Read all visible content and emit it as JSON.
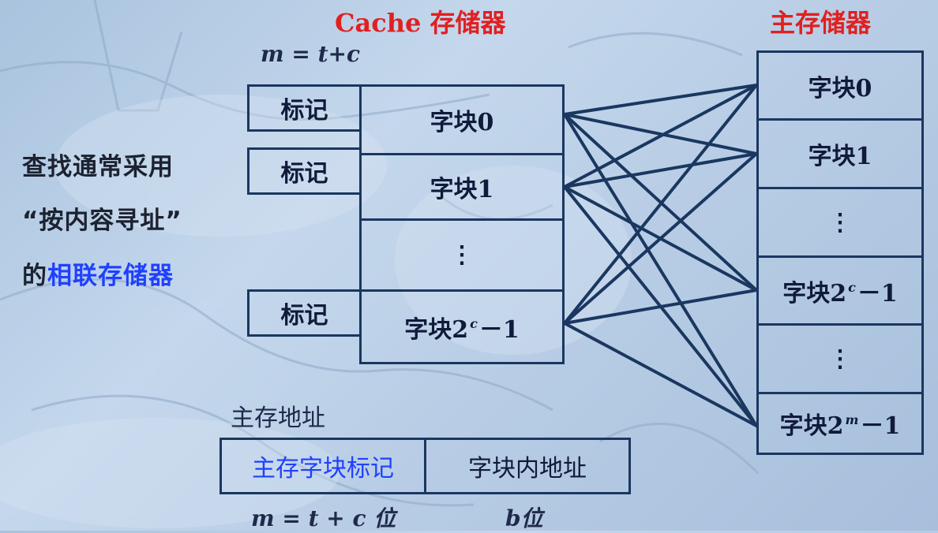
{
  "cache_title": "Cache 存储器",
  "main_title": "主存储器",
  "formula_top": "m = t+c",
  "side_text": {
    "line1": "查找通常采用",
    "line2": "“按内容寻址”",
    "line3_prefix": "的",
    "line3_highlight": "相联存储器"
  },
  "cache_rows": [
    {
      "tag": "标记",
      "block": "字块0"
    },
    {
      "tag": "标记",
      "block": "字块1"
    },
    {
      "tag": "",
      "block": "⋮"
    },
    {
      "tag": "标记",
      "block_prefix": "字块2",
      "block_sup": "c",
      "block_suffix": "－1"
    }
  ],
  "main_blocks": [
    {
      "text": "字块0"
    },
    {
      "text": "字块1"
    },
    {
      "text": "⋮"
    },
    {
      "prefix": "字块2",
      "sup": "c",
      "suffix": "－1"
    },
    {
      "text": "⋮"
    },
    {
      "prefix": "字块2",
      "sup": "m",
      "suffix": "－1"
    }
  ],
  "address": {
    "title": "主存地址",
    "field1": "主存字块标记",
    "field2": "字块内地址",
    "field1_width": "m = t + c 位",
    "field2_width": "b位"
  },
  "colors": {
    "title_red": "#e02020",
    "highlight_blue": "#2040ff",
    "line_navy": "#1a3760"
  }
}
